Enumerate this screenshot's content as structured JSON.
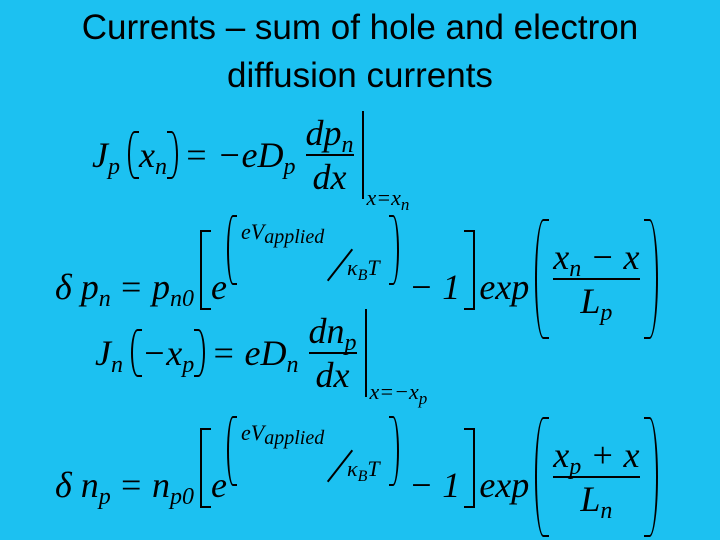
{
  "slide": {
    "title_line1": "Currents – sum of hole and electron",
    "title_line2": "diffusion currents"
  },
  "equations": {
    "eq1": {
      "J": "J",
      "J_sub": "p",
      "x": "x",
      "x_sub": "n",
      "rhs": "= −eD",
      "D_sub": "p",
      "num": "dp",
      "num_sub": "n",
      "den": "dx",
      "eval": "x=x",
      "eval_sub": "n"
    },
    "eq2": {
      "lhs": "δ p",
      "lhs_sub": "n",
      "eq": "= p",
      "p_sub": "n0",
      "e": "e",
      "exp_num": "eV",
      "exp_num_sub": "applied",
      "exp_den": "κ",
      "exp_den_sub": "B",
      "exp_den_T": "T",
      "minus_one": "− 1",
      "exp": "exp",
      "frac_num": "x",
      "frac_num_sub": "n",
      "frac_num_rest": "− x",
      "frac_den": "L",
      "frac_den_sub": "p"
    },
    "eq3": {
      "J": "J",
      "J_sub": "n",
      "x": "−x",
      "x_sub": "p",
      "rhs": "= eD",
      "D_sub": "n",
      "num": "dn",
      "num_sub": "p",
      "den": "dx",
      "eval": "x=−x",
      "eval_sub": "p"
    },
    "eq4": {
      "lhs": "δ n",
      "lhs_sub": "p",
      "eq": "= n",
      "p_sub": "p0",
      "e": "e",
      "exp_num": "eV",
      "exp_num_sub": "applied",
      "exp_den": "κ",
      "exp_den_sub": "B",
      "exp_den_T": "T",
      "minus_one": "− 1",
      "exp": "exp",
      "frac_num": "x",
      "frac_num_sub": "p",
      "frac_num_rest": "+ x",
      "frac_den": "L",
      "frac_den_sub": "n"
    }
  }
}
